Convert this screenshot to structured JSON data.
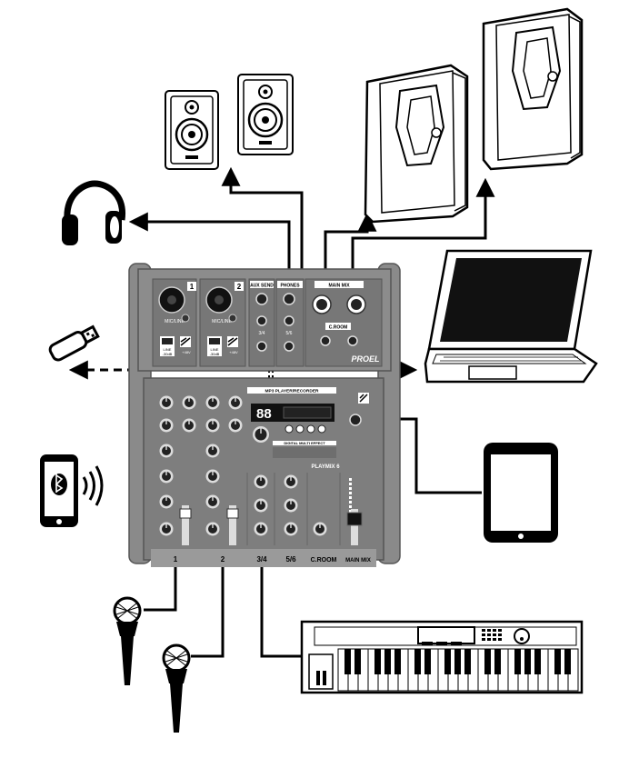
{
  "mixer": {
    "brand": "PROEL",
    "model": "PLAYMIX 6",
    "player_label": "MP3 PLAYER/RECORDER",
    "display_digits": "88",
    "effects_label": "DIGITAL MULTI EFFECT",
    "top": {
      "ch1_number": "1",
      "ch2_number": "2",
      "ch1_mic": "MIC/LINE",
      "ch2_mic": "MIC/LINE",
      "ch1_line": "LINE",
      "ch1_pad": "-30dB",
      "ch2_line": "LINE",
      "ch2_pad": "-30dB",
      "ch1_phantom": "+48V",
      "ch2_phantom": "+48V",
      "aux_send": "AUX SEND",
      "phones": "PHONES",
      "main_mix": "MAIN MIX",
      "croom": "C.ROOM",
      "stereo_in_a": "3/4",
      "stereo_in_b": "5/6"
    },
    "bottom_labels": {
      "ch1": "1",
      "ch2": "2",
      "ch34": "3/4",
      "ch56": "5/6",
      "croom": "C.ROOM",
      "main": "MAIN MIX"
    }
  },
  "icons": {
    "studio_monitors": "studio-monitor-icon",
    "pa_speakers": "pa-speaker-icon",
    "headphones": "headphones-icon",
    "usb_stick": "usb-stick-icon",
    "laptop": "laptop-icon",
    "smartphone": "smartphone-bluetooth-icon",
    "tablet": "tablet-icon",
    "microphone": "microphone-icon",
    "keyboard": "keyboard-icon"
  }
}
